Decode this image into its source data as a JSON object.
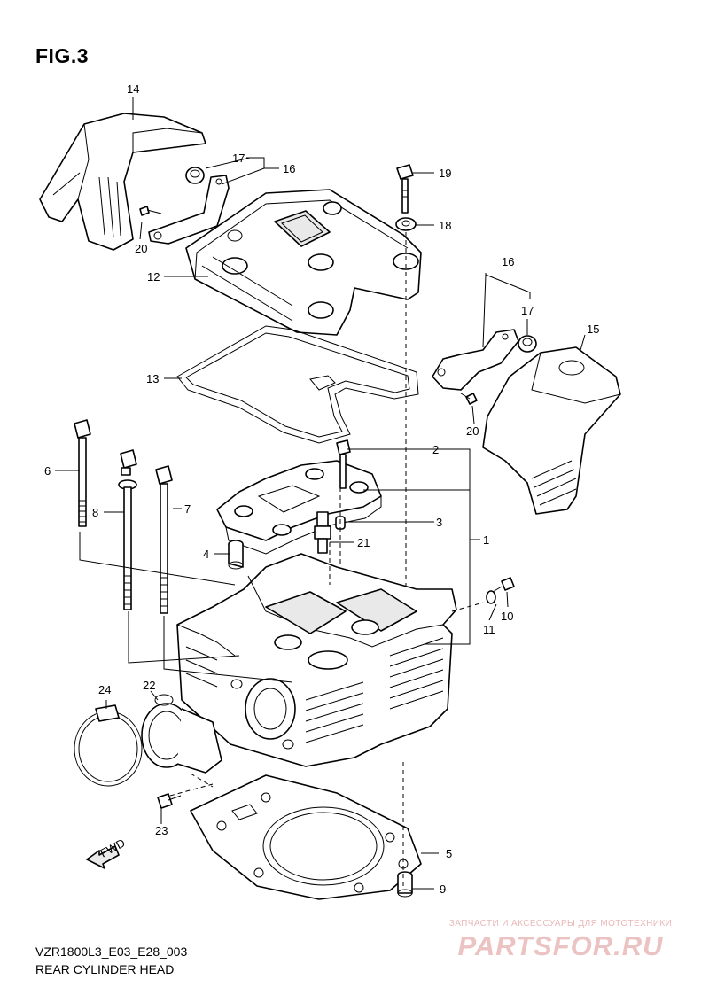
{
  "figure": {
    "title": "FIG.3"
  },
  "labels": {
    "p1": "1",
    "p2": "2",
    "p3": "3",
    "p4": "4",
    "p5": "5",
    "p6": "6",
    "p7": "7",
    "p8": "8",
    "p9": "9",
    "p10": "10",
    "p11": "11",
    "p12": "12",
    "p13": "13",
    "p14": "14",
    "p15": "15",
    "p16a": "16",
    "p16b": "16",
    "p17a": "17",
    "p17b": "17",
    "p18": "18",
    "p19": "19",
    "p20a": "20",
    "p20b": "20",
    "p21": "21",
    "p22": "22",
    "p23": "23",
    "p24": "24"
  },
  "fwd_label": "FWD",
  "footer": {
    "model_code": "VZR1800L3_E03_E28_003",
    "caption": "REAR CYLINDER HEAD"
  },
  "watermark": {
    "tagline": "ЗАПЧАСТИ И АКСЕССУАРЫ ДЛЯ МОТОТЕХНИКИ",
    "brand": "PARTSFOR.RU"
  }
}
